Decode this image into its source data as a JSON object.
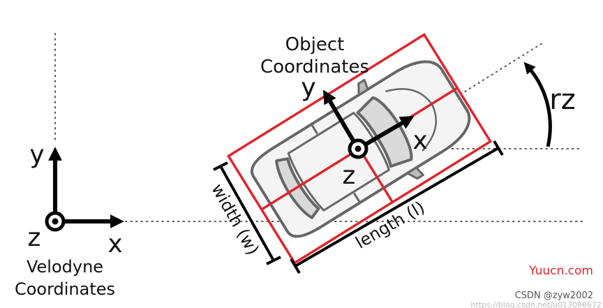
{
  "object_frame": {
    "title_line1": "Object",
    "title_line2": "Coordinates",
    "axis_x": "x",
    "axis_y": "y",
    "axis_z": "z"
  },
  "velodyne_frame": {
    "title_line1": "Velodyne",
    "title_line2": "Coordinates",
    "axis_x": "x",
    "axis_y": "y",
    "axis_z": "z"
  },
  "dimensions": {
    "width_label": "width (w)",
    "length_label": "length (l)",
    "rotation_label": "rz"
  },
  "watermarks": {
    "site": "Yuucn.com",
    "author": "CSDN @zyw2002",
    "url": "https://blog.csdn.net/u013086672"
  },
  "colors": {
    "box": "#e0242c",
    "axes": "#000000",
    "guides": "#555555",
    "car_outline": "#666666",
    "site_watermark": "#e0242c"
  }
}
